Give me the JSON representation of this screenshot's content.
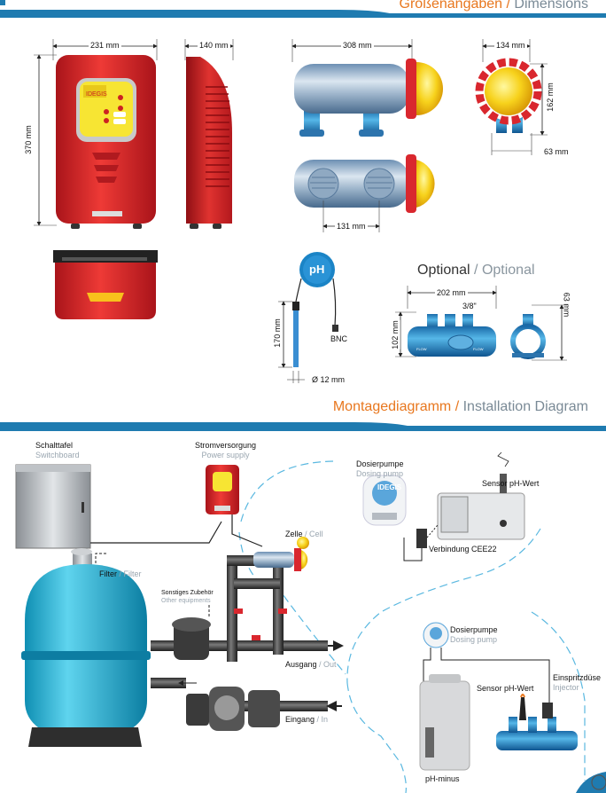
{
  "headers": {
    "dimensions": {
      "de": "Größenangaben",
      "en": "Dimensions",
      "sep": " / "
    },
    "installation": {
      "de": "Montagediagramm",
      "en": "Installation Diagram",
      "sep": " / "
    }
  },
  "dimensions": {
    "width_front": "231 mm",
    "height_front": "370 mm",
    "depth_side": "140 mm",
    "cell_length": "308 mm",
    "cell_diameter": "134 mm",
    "cell_height": "162 mm",
    "cell_port": "63 mm",
    "cell_port_spacing": "131 mm",
    "ph_length": "170 mm",
    "ph_connector": "BNC",
    "ph_diameter": "Ø 12 mm",
    "ph_label": "pH",
    "opt_length": "202 mm",
    "opt_height": "102 mm",
    "opt_thread": "3/8\"",
    "opt_clamp": "63 mm"
  },
  "optional": {
    "de": "Optional",
    "en": "Optional",
    "sep": " / "
  },
  "device_label": "IDEGIS",
  "diagram": {
    "switchboard": {
      "de": "Schalttafel",
      "en": "Switchboard"
    },
    "power_supply": {
      "de": "Stromversorgung",
      "en": "Power supply"
    },
    "dosing_pump_top": {
      "de": "Dosierpumpe",
      "en": "Dosing pump"
    },
    "sensor_ph_top": {
      "de": "Sensor pH-Wert"
    },
    "connection": {
      "de": "Verbindung CEE22"
    },
    "cell": {
      "de": "Zelle",
      "en": "Cell",
      "sep": " / "
    },
    "filter": {
      "de": "Filter",
      "en": "Filter",
      "sep": " / "
    },
    "other": {
      "de": "Sonstiges Zubehör",
      "en": "Other equipments"
    },
    "dosing_pump_bottom": {
      "de": "Dosierpumpe",
      "en": "Dosing pump"
    },
    "outlet": {
      "de": "Ausgang",
      "en": "Out",
      "sep": " / "
    },
    "inlet": {
      "de": "Eingang",
      "en": "In",
      "sep": " / "
    },
    "injector": {
      "de": "Einspritzdüse",
      "en": "Injector"
    },
    "sensor_ph_bottom": {
      "de": "Sensor pH-Wert"
    },
    "ph_minus": {
      "de": "pH-minus"
    }
  },
  "colors": {
    "accent": "#e8771e",
    "band": "#1f7bb0",
    "red": "#d9272e",
    "yellow": "#f3d312",
    "water": "#3fc4e0"
  }
}
